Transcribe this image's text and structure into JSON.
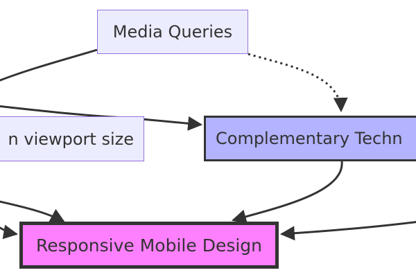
{
  "diagram": {
    "nodes": {
      "media_queries": {
        "label": "Media Queries",
        "fill": "#ececff",
        "stroke": "#9370db"
      },
      "viewport": {
        "label": "n viewport size",
        "fill": "#ececff",
        "stroke": "#9370db"
      },
      "complementary": {
        "label": "Complementary Techn",
        "fill": "#b3b3ff",
        "stroke": "#333333"
      },
      "responsive": {
        "label": "Responsive Mobile Design",
        "fill": "#ff80ff",
        "stroke": "#333333"
      }
    },
    "edges": [
      {
        "from": "offscreen-left",
        "to": "media_queries",
        "style": "solid"
      },
      {
        "from": "media_queries",
        "to": "complementary",
        "style": "dotted",
        "arrow": true
      },
      {
        "from": "offscreen-left",
        "to": "complementary",
        "style": "solid",
        "arrow": true
      },
      {
        "from": "offscreen-left",
        "to": "responsive",
        "style": "solid",
        "arrow": true
      },
      {
        "from": "complementary",
        "to": "responsive",
        "style": "solid",
        "arrow": true
      },
      {
        "from": "offscreen-right",
        "to": "responsive",
        "style": "solid",
        "arrow": true
      }
    ],
    "colors": {
      "edge": "#333333",
      "node_text": "#333333"
    }
  }
}
